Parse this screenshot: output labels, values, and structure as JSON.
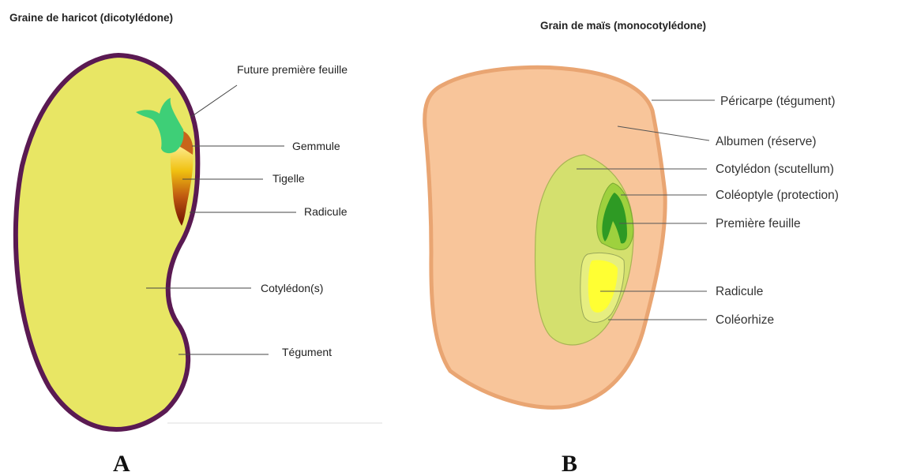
{
  "panel_a": {
    "title": "Graine de haricot (dicotylédone)",
    "letter": "A",
    "labels": {
      "premiere_feuille": "Future première feuille",
      "gemmule": "Gemmule",
      "tigelle": "Tigelle",
      "radicule": "Radicule",
      "cotyledons": "Cotylédon(s)",
      "tegument": "Tégument"
    },
    "colors": {
      "seed_fill": "#e8e664",
      "seed_outline": "#5a1a52",
      "leaf": "#3ecf77",
      "gemmule": "#c8641a",
      "tigelle": "#e6a800",
      "radicule": "#7a1400"
    }
  },
  "panel_b": {
    "title": "Grain de maïs (monocotylédone)",
    "letter": "B",
    "labels": {
      "pericarpe": "Péricarpe (tégument)",
      "albumen": "Albumen (réserve)",
      "cotyledon": "Cotylédon (scutellum)",
      "coleoptyle": "Coléoptyle (protection)",
      "premiere_feuille": "Première feuille",
      "radicule": "Radicule",
      "coleorhize": "Coléorhize"
    },
    "colors": {
      "grain_fill": "#f8c59a",
      "grain_outline": "#e9a572",
      "scutellum": "#d4e06e",
      "coleoptyle": "#9ed13e",
      "leaf": "#2e9a24",
      "radicule": "#ffff33"
    }
  }
}
